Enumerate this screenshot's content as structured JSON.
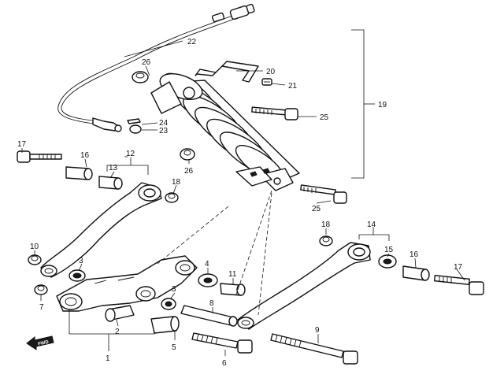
{
  "labels": {
    "l1": "1",
    "l2": "2",
    "l3a": "3",
    "l3b": "3",
    "l4": "4",
    "l5": "5",
    "l6": "6",
    "l7": "7",
    "l8": "8",
    "l9": "9",
    "l10": "10",
    "l11": "11",
    "l12": "12",
    "l13": "13",
    "l14": "14",
    "l15": "15",
    "l16a": "16",
    "l16b": "16",
    "l17a": "17",
    "l17b": "17",
    "l18a": "18",
    "l18b": "18",
    "l19": "19",
    "l20": "20",
    "l21": "21",
    "l22": "22",
    "l23": "23",
    "l24": "24",
    "l25a": "25",
    "l25b": "25",
    "l26a": "26",
    "l26b": "26"
  },
  "fwd_label": "FWD"
}
